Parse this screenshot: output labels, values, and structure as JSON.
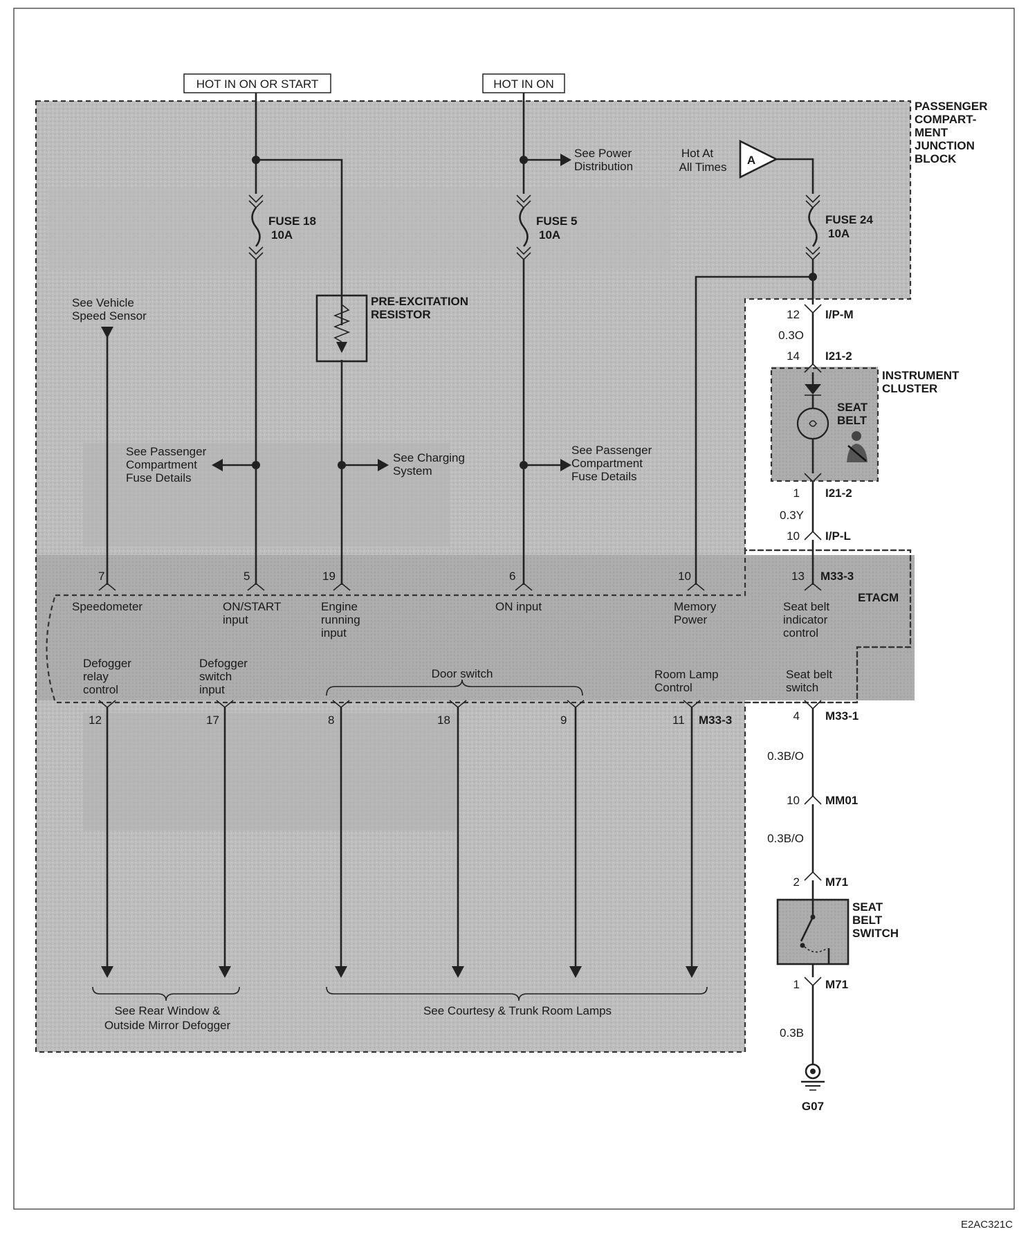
{
  "diagram_id": "E2AC321C",
  "sources": {
    "hot_on_start": "HOT IN ON OR START",
    "hot_on": "HOT IN ON",
    "hot_at_all_times": [
      "Hot At",
      "All Times"
    ],
    "source_a": "A"
  },
  "blocks": {
    "passenger_jb": [
      "PASSENGER",
      "COMPART-",
      "MENT",
      "JUNCTION",
      "BLOCK"
    ],
    "instrument_cluster": [
      "INSTRUMENT",
      "CLUSTER"
    ],
    "etacm": "ETACM",
    "seat_belt_lamp": [
      "SEAT",
      "BELT"
    ],
    "seat_belt_switch": [
      "SEAT",
      "BELT",
      "SWITCH"
    ],
    "pre_excitation_resistor": [
      "PRE-EXCITATION",
      "RESISTOR"
    ]
  },
  "fuses": {
    "fuse18": {
      "name": "FUSE 18",
      "rating": "10A"
    },
    "fuse5": {
      "name": "FUSE 5",
      "rating": "10A"
    },
    "fuse24": {
      "name": "FUSE 24",
      "rating": "10A"
    }
  },
  "references": {
    "power_distribution": [
      "See Power",
      "Distribution"
    ],
    "vehicle_speed_sensor": [
      "See Vehicle",
      "Speed Sensor"
    ],
    "passenger_fuse_details_left": [
      "See Passenger",
      "Compartment",
      "Fuse Details"
    ],
    "charging_system": [
      "See Charging",
      "System"
    ],
    "passenger_fuse_details_right": [
      "See Passenger",
      "Compartment",
      "Fuse Details"
    ],
    "rear_window_defogger": [
      "See Rear Window &",
      "Outside Mirror Defogger"
    ],
    "courtesy_trunk_lamps": "See Courtesy & Trunk Room Lamps"
  },
  "etacm_upper_pins": [
    {
      "pin": "7",
      "label": [
        "Speedometer"
      ]
    },
    {
      "pin": "5",
      "label": [
        "ON/START",
        "input"
      ]
    },
    {
      "pin": "19",
      "label": [
        "Engine",
        "running",
        "input"
      ]
    },
    {
      "pin": "6",
      "label": [
        "ON input"
      ]
    },
    {
      "pin": "10",
      "label": [
        "Memory",
        "Power"
      ]
    },
    {
      "pin": "13",
      "connector": "M33-3",
      "label": [
        "Seat belt",
        "indicator",
        "control"
      ]
    }
  ],
  "etacm_lower_pins": [
    {
      "pin": "12",
      "label": [
        "Defogger",
        "relay",
        "control"
      ]
    },
    {
      "pin": "17",
      "label": [
        "Defogger",
        "switch",
        "input"
      ]
    },
    {
      "pin": "8",
      "label": []
    },
    {
      "pin": "18",
      "label": []
    },
    {
      "pin": "9",
      "label": []
    },
    {
      "pin": "11",
      "connector": "M33-3",
      "label": [
        "Room Lamp",
        "Control"
      ]
    }
  ],
  "door_switch": "Door switch",
  "seat_belt_switch_input": [
    "Seat belt",
    "switch"
  ],
  "right_chain": {
    "ipm": {
      "pin": "12",
      "connector": "I/P-M"
    },
    "wire1": "0.3O",
    "i21_top": {
      "pin": "14",
      "connector": "I21-2"
    },
    "i21_bot": {
      "pin": "1",
      "connector": "I21-2"
    },
    "wire2": "0.3Y",
    "ipl": {
      "pin": "10",
      "connector": "I/P-L"
    },
    "m331": {
      "pin": "4",
      "connector": "M33-1"
    },
    "wire3": "0.3B/O",
    "mm01": {
      "pin": "10",
      "connector": "MM01"
    },
    "wire4": "0.3B/O",
    "m71_top": {
      "pin": "2",
      "connector": "M71"
    },
    "m71_bot": {
      "pin": "1",
      "connector": "M71"
    },
    "wire5": "0.3B",
    "ground": "G07"
  }
}
